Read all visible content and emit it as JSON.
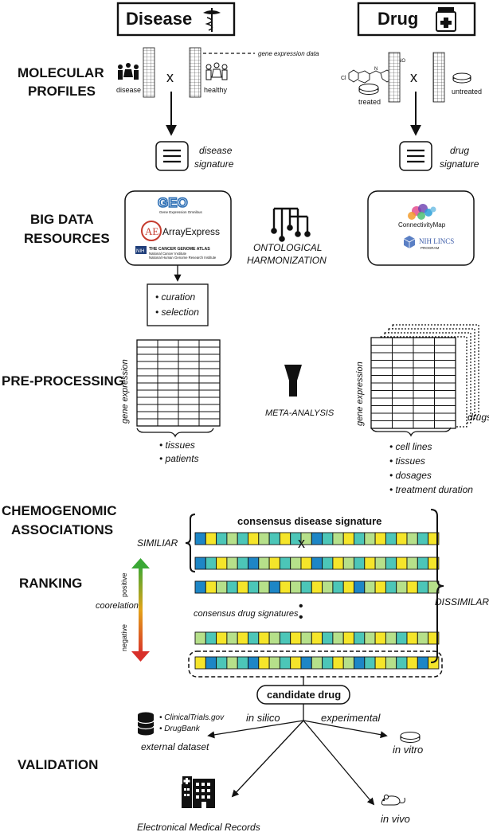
{
  "header": {
    "disease": "Disease",
    "drug": "Drug"
  },
  "sections": {
    "molecular_line1": "MOLECULAR",
    "molecular_line2": "PROFILES",
    "bigdata_line1": "BIG DATA",
    "bigdata_line2": "RESOURCES",
    "preprocessing": "PRE-PROCESSING",
    "chemogenomic_line1": "CHEMOGENOMIC",
    "chemogenomic_line2": "ASSOCIATIONS",
    "ranking": "RANKING",
    "validation": "VALIDATION"
  },
  "molecular": {
    "gene_expression_data": "gene expression data",
    "disease": "disease",
    "healthy": "healthy",
    "treated": "treated",
    "untreated": "untreated",
    "times": "x",
    "disease_signature_1": "disease",
    "disease_signature_2": "signature",
    "drug_signature_1": "drug",
    "drug_signature_2": "signature"
  },
  "resources": {
    "geo": "GEO",
    "geo_sub": "Gene Expression Omnibus",
    "arrayexpress": "ArrayExpress",
    "tcga_line1": "THE CANCER GENOME ATLAS",
    "tcga_line2": "National Cancer Institute",
    "tcga_line3": "National Human Genome Research Institute",
    "nih_badge": "NIH",
    "connectivity_map": "ConnectivityMap",
    "nih_lincs": "NIH LINCS",
    "lincs_program": "PROGRAM",
    "ontological_1": "ONTOLOGICAL",
    "ontological_2": "HARMONIZATION",
    "curation": "• curation",
    "selection": "• selection"
  },
  "preprocessing": {
    "gene_expression": "gene expression",
    "tissues": "• tissues",
    "patients": "• patients",
    "meta_analysis": "META-ANALYSIS",
    "drugs": "drugs",
    "cell_lines": "• cell lines",
    "tissues2": "• tissues",
    "dosages": "• dosages",
    "treatment_duration": "• treatment duration"
  },
  "associations": {
    "consensus_disease_signature": "consensus disease signature",
    "similiar": "SIMILIAR",
    "times": "x",
    "dissimilar": "DISSIMILAR",
    "positive": "positive",
    "coorelation": "coorelation",
    "negative": "negative",
    "consensus_drug_signatures": "consensus drug signatures",
    "dots": "•"
  },
  "validation": {
    "candidate_drug": "candidate drug",
    "in_silico": "in silico",
    "experimental": "experimental",
    "clinicaltrials": "• ClinicalTrials.gov",
    "drugbank": "• DrugBank",
    "external_dataset": "external dataset",
    "in_vitro": "in vitro",
    "in_vivo": "in vivo",
    "emr": "Electronical Medical Records"
  },
  "colors": {
    "dark_blue": "#1d86c6",
    "teal": "#4cc6b8",
    "light_green": "#b6e08a",
    "yellow": "#f5e52a",
    "positive_green": "#3aa835",
    "negative_red": "#d8302a"
  },
  "signature_rows": [
    [
      "#1d86c6",
      "#f5e52a",
      "#4cc6b8",
      "#b6e08a",
      "#4cc6b8",
      "#f5e52a",
      "#b6e08a",
      "#4cc6b8",
      "#f5e52a",
      "#4cc6b8",
      "#b6e08a",
      "#1d86c6",
      "#4cc6b8",
      "#b6e08a",
      "#f5e52a",
      "#4cc6b8",
      "#b6e08a",
      "#f5e52a",
      "#4cc6b8",
      "#f5e52a",
      "#b6e08a",
      "#4cc6b8",
      "#f5e52a"
    ],
    [
      "#1d86c6",
      "#4cc6b8",
      "#f5e52a",
      "#b6e08a",
      "#4cc6b8",
      "#1d86c6",
      "#b6e08a",
      "#f5e52a",
      "#4cc6b8",
      "#b6e08a",
      "#f5e52a",
      "#1d86c6",
      "#4cc6b8",
      "#f5e52a",
      "#b6e08a",
      "#4cc6b8",
      "#f5e52a",
      "#b6e08a",
      "#4cc6b8",
      "#f5e52a",
      "#b6e08a",
      "#4cc6b8",
      "#f5e52a"
    ],
    [
      "#1d86c6",
      "#f5e52a",
      "#b6e08a",
      "#4cc6b8",
      "#f5e52a",
      "#4cc6b8",
      "#b6e08a",
      "#1d86c6",
      "#f5e52a",
      "#b6e08a",
      "#4cc6b8",
      "#f5e52a",
      "#b6e08a",
      "#4cc6b8",
      "#f5e52a",
      "#1d86c6",
      "#b6e08a",
      "#f5e52a",
      "#4cc6b8",
      "#b6e08a",
      "#f5e52a",
      "#4cc6b8",
      "#b6e08a"
    ],
    [
      "#b6e08a",
      "#4cc6b8",
      "#f5e52a",
      "#b6e08a",
      "#f5e52a",
      "#4cc6b8",
      "#f5e52a",
      "#b6e08a",
      "#4cc6b8",
      "#f5e52a",
      "#b6e08a",
      "#f5e52a",
      "#4cc6b8",
      "#b6e08a",
      "#f5e52a",
      "#4cc6b8",
      "#b6e08a",
      "#f5e52a",
      "#b6e08a",
      "#4cc6b8",
      "#f5e52a",
      "#b6e08a",
      "#f5e52a"
    ],
    [
      "#f5e52a",
      "#1d86c6",
      "#4cc6b8",
      "#b6e08a",
      "#4cc6b8",
      "#1d86c6",
      "#f5e52a",
      "#b6e08a",
      "#4cc6b8",
      "#f5e52a",
      "#1d86c6",
      "#b6e08a",
      "#4cc6b8",
      "#f5e52a",
      "#b6e08a",
      "#1d86c6",
      "#4cc6b8",
      "#f5e52a",
      "#b6e08a",
      "#4cc6b8",
      "#f5e52a",
      "#1d86c6",
      "#f5e52a"
    ]
  ]
}
